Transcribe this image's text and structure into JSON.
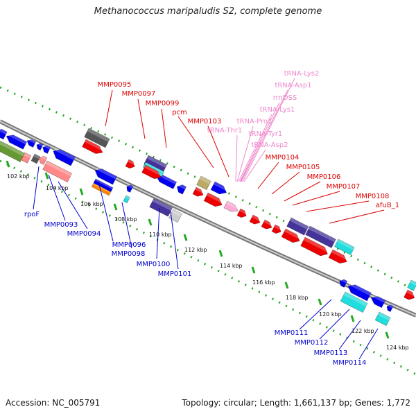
{
  "title": "Methanococcus maripaludis S2, complete genome",
  "footer": {
    "accession": "Accession: NC_005791",
    "summary": "Topology: circular; Length: 1,661,137 bp; Genes: 1,772"
  },
  "colors": {
    "forward_label": "#dd0000",
    "reverse_label": "#0000cc",
    "rna_label": "#ee88cc",
    "backbone": "#888888",
    "tick_marks": "#22aa22",
    "gene_red": "#ee0000",
    "gene_blue": "#0000ee",
    "gene_cyan": "#22dddd",
    "gene_navy": "#443399",
    "gene_gray": "#555555",
    "gene_olive": "#669933",
    "gene_pink": "#ff8888",
    "gene_khaki": "#bbaa66",
    "gene_orange": "#ff8800"
  },
  "kbp_ticks": [
    "102 kbp",
    "104 kbp",
    "106 kbp",
    "108 kbp",
    "110 kbp",
    "112 kbp",
    "114 kbp",
    "116 kbp",
    "118 kbp",
    "120 kbp",
    "122 kbp",
    "124 kbp"
  ],
  "forward_labels": [
    "MMP0095",
    "MMP0097",
    "MMP0099",
    "pcm",
    "MMP0103",
    "MMP0104",
    "MMP0105",
    "MMP0106",
    "MMP0107",
    "MMP0108",
    "afuB_1"
  ],
  "rna_labels": [
    "tRNA-Lys2",
    "tRNA-Asp1",
    "rrnDSS",
    "tRNA-Lys1",
    "tRNA-Pro1",
    "tRNA-Thr1",
    "tRNA-Tyr1",
    "tRNA-Asp2"
  ],
  "reverse_labels": [
    "rpoF",
    "MMP0093",
    "MMP0094",
    "MMP0096",
    "MMP0098",
    "MMP0100",
    "MMP0101",
    "MMP0111",
    "MMP0112",
    "MMP0113",
    "MMP0114"
  ]
}
